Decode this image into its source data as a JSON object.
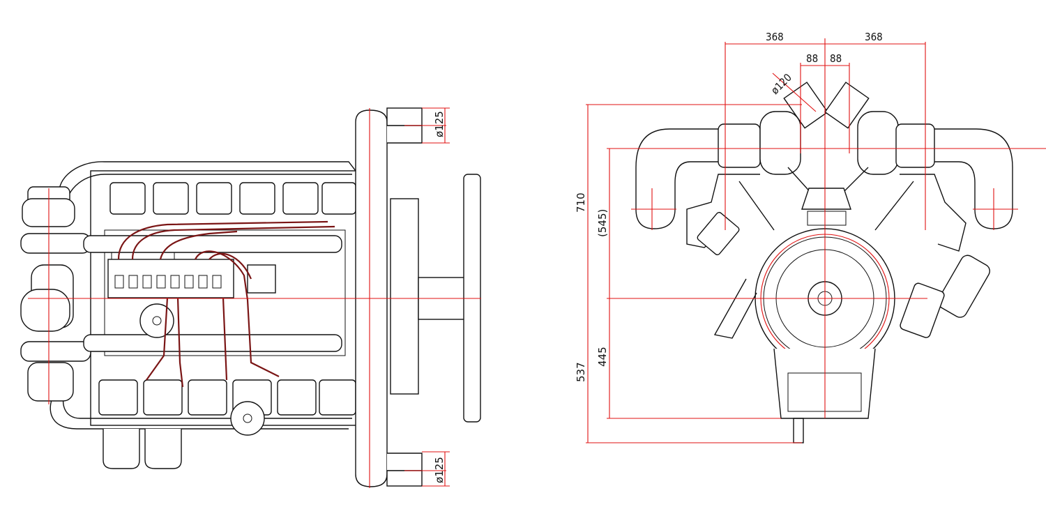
{
  "drawing": {
    "left_view": {
      "dims": {
        "outlet_top": "ø125",
        "outlet_bottom": "ø125"
      }
    },
    "right_view": {
      "dims": {
        "half_width_left": "368",
        "half_width_right": "368",
        "inner_left": "88",
        "inner_right": "88",
        "turbo_outlet": "ø120",
        "total_height": "710",
        "upper_height": "(545)",
        "lower_total": "537",
        "lower_inner": "445"
      }
    },
    "colors": {
      "outline": "#111111",
      "dimension": "#e01010",
      "fuel_lines": "#7a1515"
    }
  }
}
